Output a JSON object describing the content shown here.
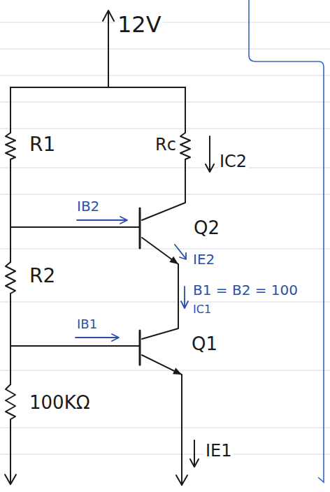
{
  "diagram": {
    "labels": [
      "12V",
      "R1",
      "Rc",
      "IC2",
      "IB2",
      "Q2",
      "IE2",
      "R2",
      "B1 = B2 = 100",
      "IC1",
      "IB1",
      "Q1",
      "100KΩ",
      "IE1"
    ]
  }
}
